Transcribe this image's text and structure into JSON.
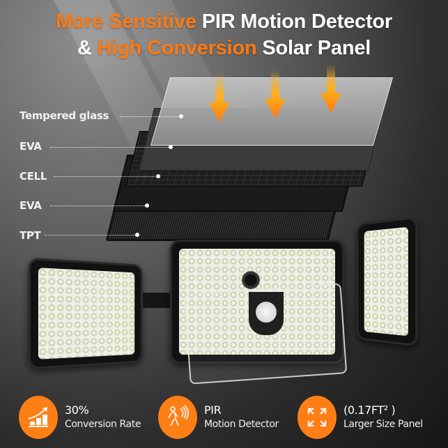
{
  "headline": {
    "line1": [
      {
        "text": "More Sensitive ",
        "color": "orange"
      },
      {
        "text": "PIR Motion Detector",
        "color": "white"
      }
    ],
    "line2": [
      {
        "text": "& ",
        "color": "white"
      },
      {
        "text": "High Conversion ",
        "color": "orange"
      },
      {
        "text": "Solar Panel",
        "color": "white"
      }
    ]
  },
  "colors": {
    "accent_orange": "#ff7a12",
    "text_white": "#ffffff",
    "background_dark": "#161616"
  },
  "layers": [
    {
      "label": "Tempered glass"
    },
    {
      "label": "EVA"
    },
    {
      "label": "CELL"
    },
    {
      "label": "EVA"
    },
    {
      "label": "TPT"
    }
  ],
  "features": [
    {
      "icon": "growth-chart-icon",
      "title": "30%",
      "subtitle": "Conversion Rate"
    },
    {
      "icon": "motion-walking-person-icon",
      "title": "PIR",
      "subtitle": "Motion Detector"
    },
    {
      "icon": "expand-arrows-icon",
      "title": "(0.17FT² )",
      "subtitle": "Larger Size Panel"
    }
  ]
}
